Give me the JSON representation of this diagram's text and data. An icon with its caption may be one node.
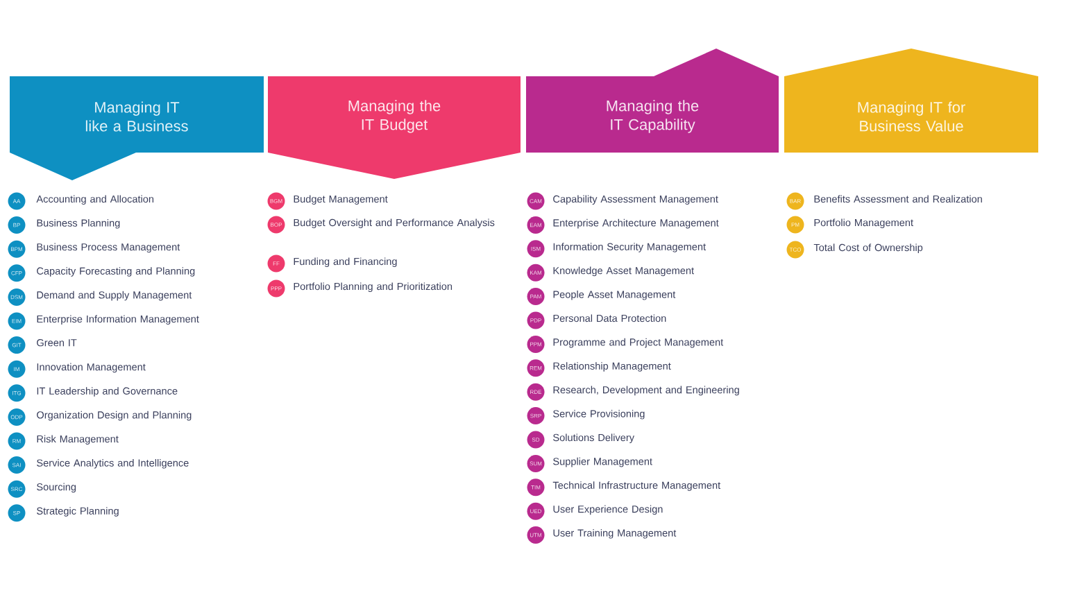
{
  "diagram": {
    "nodes": [
      {
        "text": [
          "Managing IT like a Business"
        ]
      },
      {
        "text": [
          "AA"
        ],
        "beside": [
          "Accounting and Allocation"
        ]
      },
      {
        "text": [
          "BP"
        ],
        "beside": [
          "Business Planning"
        ]
      },
      {
        "text": [
          "BPM"
        ],
        "beside": [
          "Business Process Management"
        ]
      },
      {
        "text": [
          "CFP"
        ],
        "beside": [
          "Capacity Forecasting and Planning"
        ]
      },
      {
        "text": [
          "DSM"
        ],
        "beside": [
          "Demand and Supply Management"
        ]
      },
      {
        "text": [
          "EIM"
        ],
        "beside": [
          "Enterprise Information Management"
        ]
      },
      {
        "text": [
          "GIT"
        ],
        "beside": [
          "Green IT"
        ]
      },
      {
        "text": [
          "IM"
        ],
        "beside": [
          "Innovation Management"
        ]
      },
      {
        "text": [
          "ITG"
        ],
        "beside": [
          "IT Leadership and Governance"
        ]
      },
      {
        "text": [
          "ODP"
        ],
        "beside": [
          "Organization Design and Planning"
        ]
      },
      {
        "text": [
          "RM"
        ],
        "beside": [
          "Risk Management"
        ]
      },
      {
        "text": [
          "SAI"
        ],
        "beside": [
          "Service Analytics and Intelligence"
        ]
      },
      {
        "text": [
          "SRC"
        ],
        "beside": [
          "Sourcing"
        ]
      },
      {
        "text": [
          "SP"
        ],
        "beside": [
          "Strategic Planning"
        ]
      },
      {
        "text": [
          "Managing the IT Budget"
        ]
      },
      {
        "text": [
          "BGM"
        ],
        "beside": [
          "Budget Management"
        ]
      },
      {
        "text": [
          "BOP"
        ],
        "beside": [
          "Budget Oversight and Performance Analysis"
        ]
      },
      {
        "text": [
          "FF"
        ],
        "beside": [
          "Funding and Financing"
        ]
      },
      {
        "text": [
          "PPP"
        ],
        "beside": [
          "Portfolio Planning and Prioritization"
        ]
      },
      {
        "text": [
          "Managing the IT Capability"
        ]
      },
      {
        "text": [
          "CAM"
        ],
        "beside": [
          "Capability Assessment Management"
        ]
      },
      {
        "text": [
          "EAM"
        ],
        "beside": [
          "Enterprise Architecture Management"
        ]
      },
      {
        "text": [
          "ISM"
        ],
        "beside": [
          "Information Security Management"
        ]
      },
      {
        "text": [
          "KAM"
        ],
        "beside": [
          "Knowledge Asset Management"
        ]
      },
      {
        "text": [
          "PAM"
        ],
        "beside": [
          "People Asset Management"
        ]
      },
      {
        "text": [
          "PDP"
        ],
        "beside": [
          "Personal Data Protection"
        ]
      },
      {
        "text": [
          "PPM"
        ],
        "beside": [
          "Programme and Project Management"
        ]
      },
      {
        "text": [
          "REM"
        ],
        "beside": [
          "Relationship Management"
        ]
      },
      {
        "text": [
          "RDE"
        ],
        "beside": [
          "Research, Development and Engineering"
        ]
      },
      {
        "text": [
          "SRP"
        ],
        "beside": [
          "Service Provisioning"
        ]
      },
      {
        "text": [
          "SD"
        ],
        "beside": [
          "Solutions Delivery"
        ]
      },
      {
        "text": [
          "SUM"
        ],
        "beside": [
          "Supplier Management"
        ]
      },
      {
        "text": [
          "TIM"
        ],
        "beside": [
          "Technical Infrastructure Management"
        ]
      },
      {
        "text": [
          "UED"
        ],
        "beside": [
          "User Experience Design"
        ]
      },
      {
        "text": [
          "UTM"
        ],
        "beside": [
          "User Training Management"
        ]
      },
      {
        "text": [
          "Managing IT for Business Value"
        ]
      },
      {
        "text": [
          "BAR"
        ],
        "beside": [
          "Benefits Assessment and Realization"
        ]
      },
      {
        "text": [
          "PM"
        ],
        "beside": [
          "Portfolio Management"
        ]
      },
      {
        "text": [
          "TCO"
        ],
        "beside": [
          "Total Cost of Ownership"
        ]
      }
    ]
  }
}
